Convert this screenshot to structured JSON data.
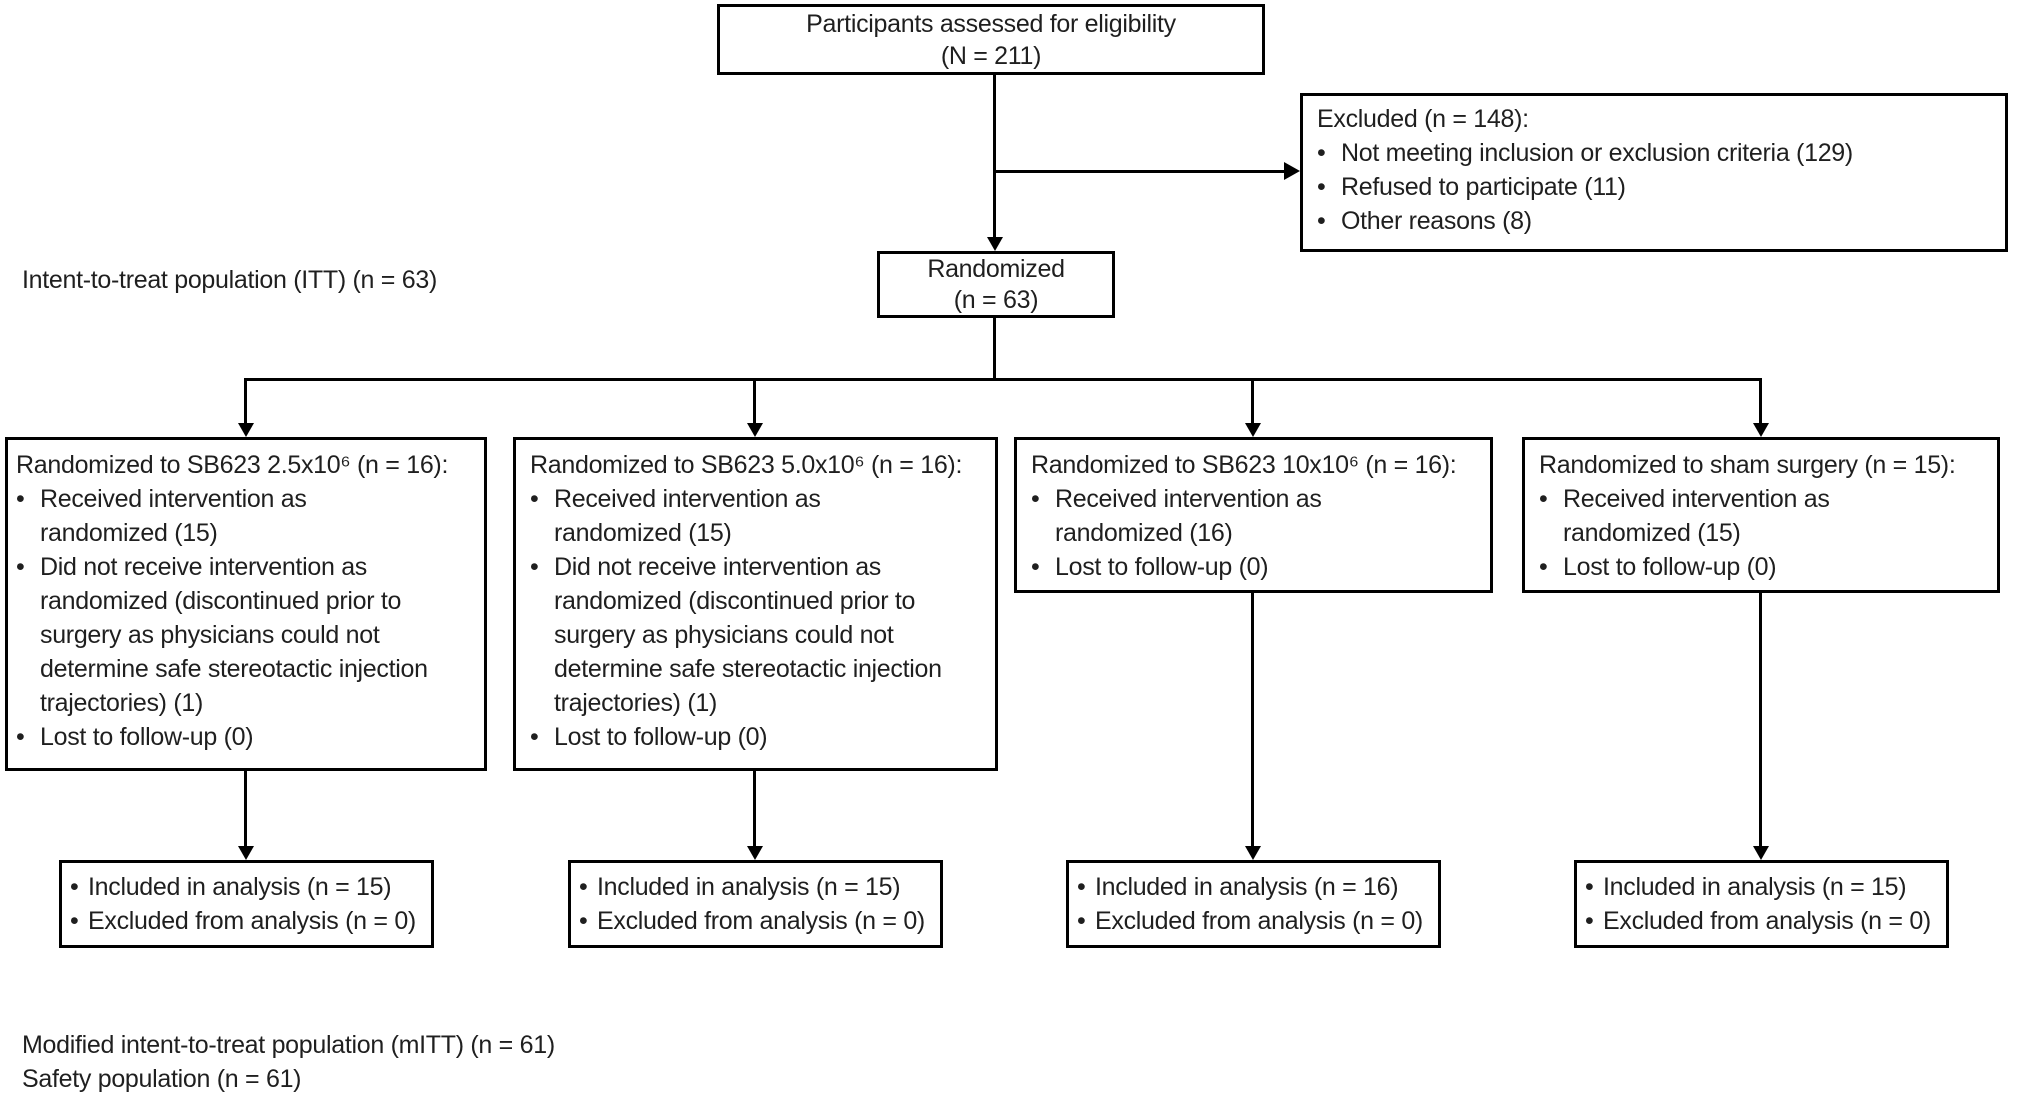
{
  "glyphs": {
    "bullet": "•"
  },
  "side_labels": {
    "itt": "Intent-to-treat population (ITT) (n = 63)",
    "mitt": "Modified intent-to-treat population (mITT) (n = 61)",
    "safety": "Safety population (n = 61)"
  },
  "eligibility_box": {
    "line1": "Participants assessed for eligibility",
    "line2": "(N = 211)"
  },
  "excluded_box": {
    "title": "Excluded (n = 148):",
    "bullets": [
      "Not meeting inclusion or exclusion criteria (129)",
      "Refused to participate (11)",
      "Other reasons (8)"
    ]
  },
  "randomized_box": {
    "line1": "Randomized",
    "line2": "(n = 63)"
  },
  "arm_boxes": [
    {
      "title": "Randomized to SB623 2.5x10⁶ (n = 16):",
      "bullets": [
        "Received intervention as\nrandomized (15)",
        "Did not receive intervention as\nrandomized (discontinued prior to\nsurgery as physicians could not\ndetermine safe stereotactic injection\ntrajectories) (1)",
        "Lost to follow-up (0)"
      ]
    },
    {
      "title": "Randomized to SB623 5.0x10⁶ (n = 16):",
      "bullets": [
        "Received intervention as\nrandomized (15)",
        "Did not receive intervention as\nrandomized (discontinued prior to\nsurgery as physicians could not\ndetermine safe stereotactic injection\ntrajectories) (1)",
        "Lost to follow-up (0)"
      ]
    },
    {
      "title": "Randomized to SB623 10x10⁶ (n = 16):",
      "bullets": [
        "Received intervention as\nrandomized (16)",
        "Lost to follow-up (0)"
      ]
    },
    {
      "title": "Randomized to sham surgery (n = 15):",
      "bullets": [
        "Received intervention as\nrandomized (15)",
        "Lost to follow-up (0)"
      ]
    }
  ],
  "analysis_boxes": [
    {
      "bullets": [
        "Included in analysis (n = 15)",
        "Excluded from analysis (n = 0)"
      ]
    },
    {
      "bullets": [
        "Included in analysis (n = 15)",
        "Excluded from analysis (n = 0)"
      ]
    },
    {
      "bullets": [
        "Included in analysis (n = 16)",
        "Excluded from analysis (n = 0)"
      ]
    },
    {
      "bullets": [
        "Included in analysis (n = 15)",
        "Excluded from analysis (n = 0)"
      ]
    }
  ],
  "colors": {
    "line": "#000000",
    "box_border": "#000000",
    "text": "#1f1f1f",
    "background": "#ffffff"
  }
}
